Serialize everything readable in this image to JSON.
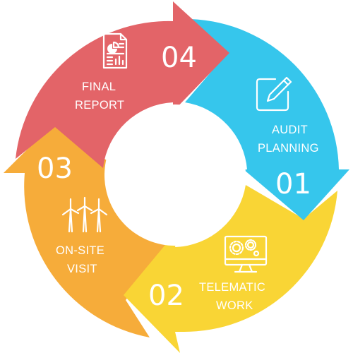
{
  "steps": [
    {
      "number": "01",
      "label_line1": "AUDIT",
      "label_line2": "PLANNING",
      "color": "#36C6EC",
      "icon": "pencil-edit-icon"
    },
    {
      "number": "02",
      "label_line1": "TELEMATIC",
      "label_line2": "WORK",
      "color": "#F9D535",
      "icon": "computer-gears-icon"
    },
    {
      "number": "03",
      "label_line1": "ON-SITE",
      "label_line2": "VISIT",
      "color": "#F6AC3A",
      "icon": "wind-turbines-icon"
    },
    {
      "number": "04",
      "label_line1": "FINAL",
      "label_line2": "REPORT",
      "color": "#E36468",
      "icon": "report-document-icon"
    }
  ]
}
